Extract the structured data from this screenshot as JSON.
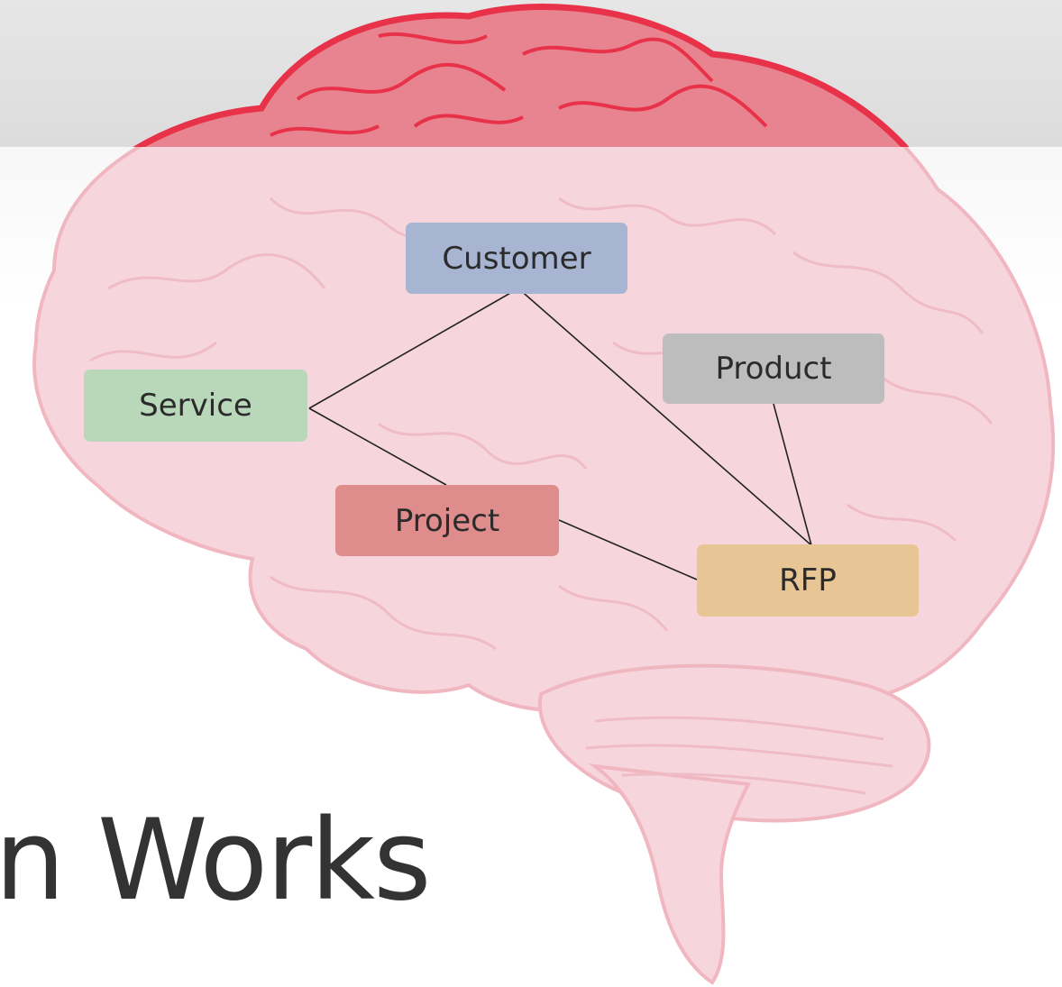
{
  "slide": {
    "title_fragment": "n Works"
  },
  "diagram": {
    "nodes": [
      {
        "id": "customer",
        "label": "Customer",
        "color": "#a7b4d2"
      },
      {
        "id": "product",
        "label": "Product",
        "color": "#bdbdbd"
      },
      {
        "id": "service",
        "label": "Service",
        "color": "#b9d7b9"
      },
      {
        "id": "project",
        "label": "Project",
        "color": "#df8c8c"
      },
      {
        "id": "rfp",
        "label": "RFP",
        "color": "#e8c594"
      }
    ],
    "edges": [
      {
        "from": "customer",
        "to": "service"
      },
      {
        "from": "customer",
        "to": "rfp"
      },
      {
        "from": "service",
        "to": "project"
      },
      {
        "from": "project",
        "to": "rfp"
      },
      {
        "from": "product",
        "to": "rfp"
      }
    ]
  },
  "colors": {
    "brain_fill": "#f6d6dc",
    "brain_top": "#e8848f",
    "brain_outline": "#e8324a"
  }
}
